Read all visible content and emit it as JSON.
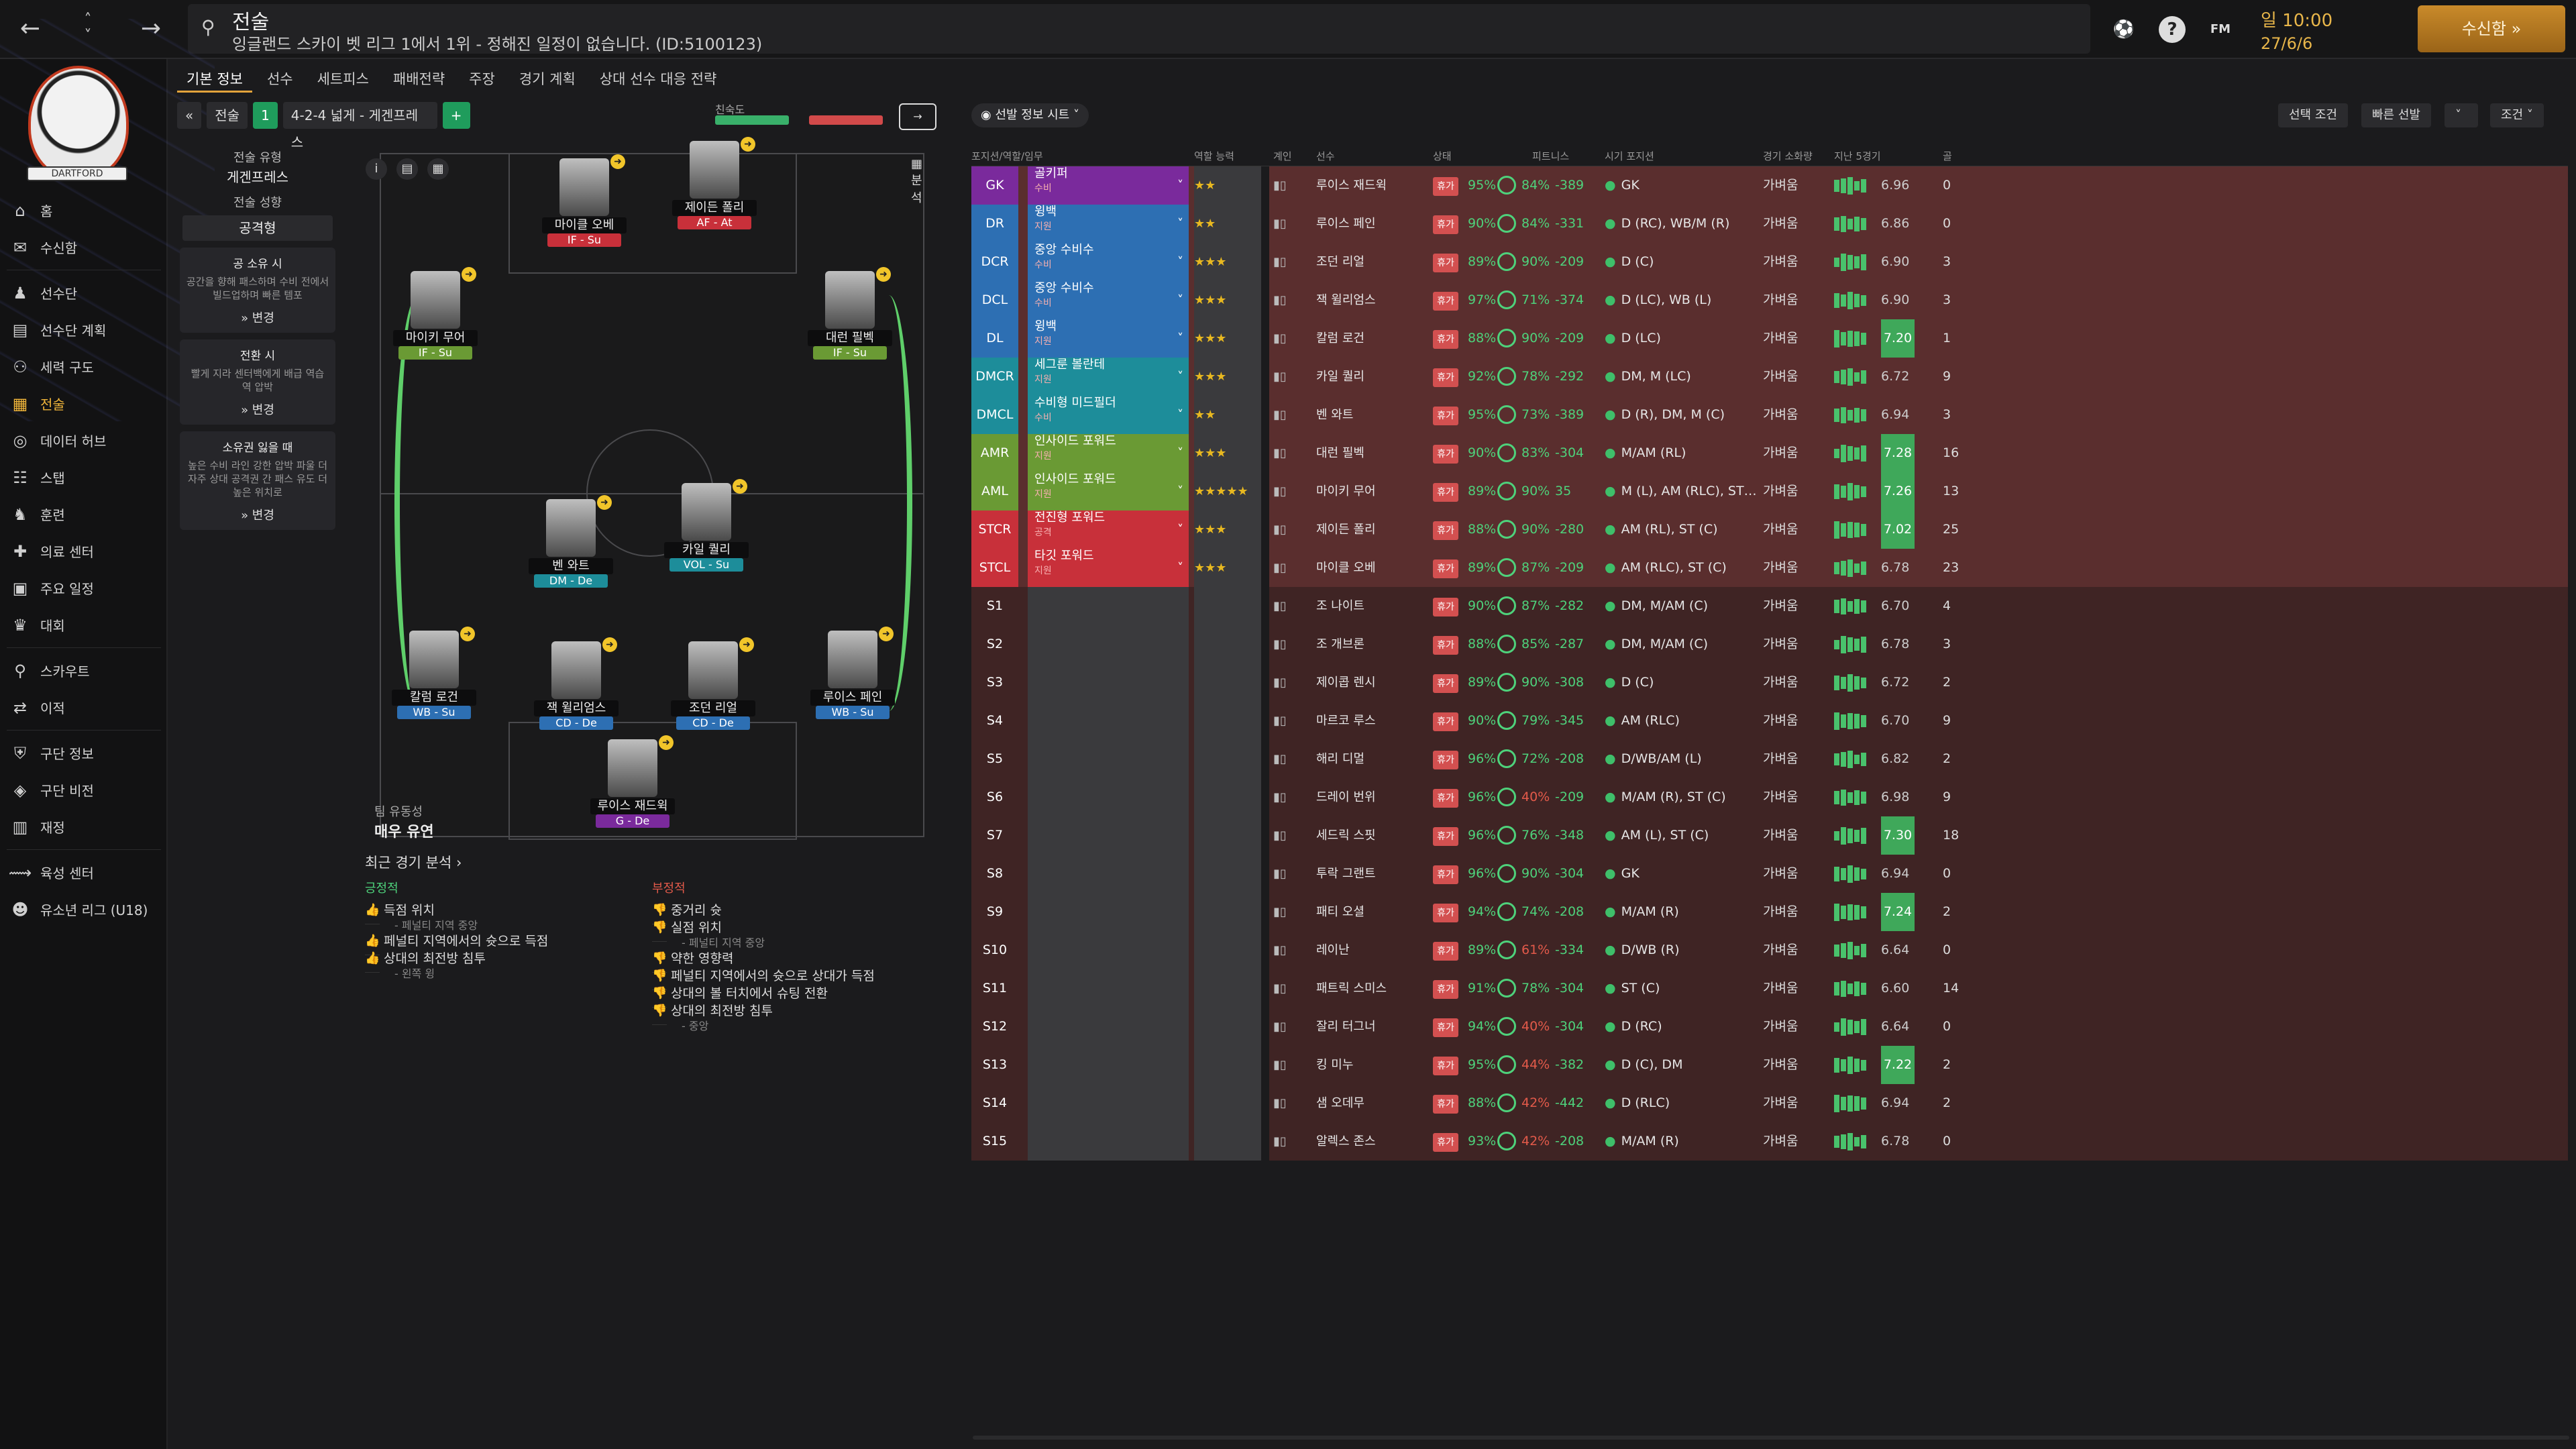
{
  "header": {
    "title": "전술",
    "subtitle": "잉글랜드 스카이 벳 리그 1에서 1위 - 정해진 일정이 없습니다. (ID:5100123)",
    "time": "일 10:00",
    "date": "27/6/6",
    "continue": "수신함"
  },
  "nav": [
    {
      "label": "홈",
      "icon": "home-icon"
    },
    {
      "label": "수신함",
      "icon": "inbox-icon"
    },
    {
      "label": "선수단",
      "icon": "squad-icon"
    },
    {
      "label": "선수단 계획",
      "icon": "plan-icon"
    },
    {
      "label": "세력 구도",
      "icon": "dynamics-icon"
    },
    {
      "label": "전술",
      "icon": "tactics-icon",
      "active": true
    },
    {
      "label": "데이터 허브",
      "icon": "data-icon"
    },
    {
      "label": "스탭",
      "icon": "staff-icon"
    },
    {
      "label": "훈련",
      "icon": "training-icon"
    },
    {
      "label": "의료 센터",
      "icon": "medical-icon"
    },
    {
      "label": "주요 일정",
      "icon": "calendar-icon"
    },
    {
      "label": "대회",
      "icon": "trophy-icon"
    },
    {
      "label": "스카우트",
      "icon": "scout-icon"
    },
    {
      "label": "이적",
      "icon": "transfer-icon"
    },
    {
      "label": "구단 정보",
      "icon": "club-icon"
    },
    {
      "label": "구단 비전",
      "icon": "vision-icon"
    },
    {
      "label": "재정",
      "icon": "finance-icon"
    },
    {
      "label": "육성 센터",
      "icon": "development-icon"
    },
    {
      "label": "유소년 리그 (U18)",
      "icon": "youth-icon"
    }
  ],
  "tabs": [
    "기본 정보",
    "선수",
    "세트피스",
    "패배전략",
    "주장",
    "경기 계획",
    "상대 선수 대응 전략"
  ],
  "formation": {
    "back": "«",
    "tactic_label": "전술",
    "number": "1",
    "name": "4-2-4 넓게 - 게겐프레스",
    "add": "+",
    "meter_label": "친숙도"
  },
  "left": {
    "style_label": "전술 유형",
    "style_value": "게겐프레스",
    "mentality_label": "전술 성향",
    "mentality_value": "공격형",
    "cards": [
      {
        "title": "공 소유 시",
        "desc": "공간을 향해 패스하며 수비 전에서 빌드업하며 빠른 템포",
        "change": "변경"
      },
      {
        "title": "전환 시",
        "desc": "빨게 지라 센터백에게 배급 역습 역 압박",
        "change": "변경"
      },
      {
        "title": "소유권 잃을 때",
        "desc": "높은 수비 라인 강한 압박 파울 더 자주 상대 공격권 간 패스 유도 더 높은 위치로",
        "change": "변경"
      }
    ]
  },
  "pitch_players": [
    {
      "name": "마이클 오베",
      "role": "IF - Su",
      "cls": "red"
    },
    {
      "name": "제이든 폴리",
      "role": "AF - At",
      "cls": "red"
    },
    {
      "name": "마이키 무어",
      "role": "IF - Su",
      "cls": "olive"
    },
    {
      "name": "대런 필벡",
      "role": "IF - Su",
      "cls": "olive"
    },
    {
      "name": "벤 와트",
      "role": "DM - De",
      "cls": "teal"
    },
    {
      "name": "카일 퀄리",
      "role": "VOL - Su",
      "cls": "teal"
    },
    {
      "name": "칼럼 로건",
      "role": "WB - Su",
      "cls": "blue"
    },
    {
      "name": "잭 윌리엄스",
      "role": "CD - De",
      "cls": "blue"
    },
    {
      "name": "조던 리얼",
      "role": "CD - De",
      "cls": "blue"
    },
    {
      "name": "루이스 페인",
      "role": "WB - Su",
      "cls": "blue"
    },
    {
      "name": "루이스 재드윅",
      "role": "G - De",
      "cls": "purple"
    }
  ],
  "team_flow": {
    "label": "팀 유동성",
    "value": "매우 유연"
  },
  "analysis": {
    "title": "최근 경기 분석",
    "pos_title": "긍정적",
    "neg_title": "부정적",
    "positive": [
      {
        "t": "득점 위치",
        "s": "- 페널티 지역 중앙"
      },
      {
        "t": "페널티 지역에서의 슛으로 득점",
        "s": ""
      },
      {
        "t": "상대의 최전방 침투",
        "s": "- 왼쪽 윙"
      }
    ],
    "negative": [
      {
        "t": "중거리 슛",
        "s": ""
      },
      {
        "t": "실점 위치",
        "s": "- 페널티 지역 중앙"
      },
      {
        "t": "약한 영향력",
        "s": ""
      },
      {
        "t": "페널티 지역에서의 슛으로 상대가 득점",
        "s": ""
      },
      {
        "t": "상대의 볼 터치에서 슈팅 전환",
        "s": ""
      },
      {
        "t": "상대의 최전방 침투",
        "s": "- 중앙"
      }
    ]
  },
  "table_controls": {
    "view": "선발 정보 시트",
    "b1": "선택 조건",
    "b2": "빠른 선발",
    "b3": "조건"
  },
  "columns": [
    "포지션/역할/임무",
    "역할 능력",
    "계인",
    "선수",
    "상태",
    "피트니스",
    "시기 포지션",
    "경기 소화량",
    "지난 5경기",
    "골"
  ],
  "rows": [
    {
      "pos": "GK",
      "role": "골키퍼",
      "duty": "수비",
      "stars": "★★",
      "player": "루이스 재드윅",
      "c1": "95%",
      "c2": "84%",
      "m": "-389",
      "ppos": "GK",
      "cont": "가벼움",
      "rat": "6.96",
      "apps": "0",
      "color": "#7a2a9c"
    },
    {
      "pos": "DR",
      "role": "윙백",
      "duty": "지원",
      "stars": "★★",
      "player": "루이스 페인",
      "c1": "90%",
      "c2": "84%",
      "m": "-331",
      "ppos": "D (RC), WB/M (R)",
      "cont": "가벼움",
      "rat": "6.86",
      "apps": "0",
      "color": "#2d6fb3"
    },
    {
      "pos": "DCR",
      "role": "중앙 수비수",
      "duty": "수비",
      "stars": "★★★",
      "player": "조던 리얼",
      "c1": "89%",
      "c2": "90%",
      "m": "-209",
      "ppos": "D (C)",
      "cont": "가벼움",
      "rat": "6.90",
      "apps": "3",
      "color": "#2d6fb3"
    },
    {
      "pos": "DCL",
      "role": "중앙 수비수",
      "duty": "수비",
      "stars": "★★★",
      "player": "잭 윌리엄스",
      "c1": "97%",
      "c2": "71%",
      "m": "-374",
      "ppos": "D (LC), WB (L)",
      "cont": "가벼움",
      "rat": "6.90",
      "apps": "3",
      "color": "#2d6fb3"
    },
    {
      "pos": "DL",
      "role": "윙백",
      "duty": "지원",
      "stars": "★★★",
      "player": "칼럼 로건",
      "c1": "88%",
      "c2": "90%",
      "m": "-209",
      "ppos": "D (LC)",
      "cont": "가벼움",
      "rat": "7.20",
      "apps": "1",
      "color": "#2d6fb3"
    },
    {
      "pos": "DMCR",
      "role": "세그룬 볼란테",
      "duty": "지원",
      "stars": "★★★",
      "player": "카일 퀄리",
      "c1": "92%",
      "c2": "78%",
      "m": "-292",
      "ppos": "DM, M (LC)",
      "cont": "가벼움",
      "rat": "6.72",
      "apps": "9",
      "color": "#1d8d9a"
    },
    {
      "pos": "DMCL",
      "role": "수비형 미드필더",
      "duty": "수비",
      "stars": "★★",
      "player": "벤 와트",
      "c1": "95%",
      "c2": "73%",
      "m": "-389",
      "ppos": "D (R), DM, M (C)",
      "cont": "가벼움",
      "rat": "6.94",
      "apps": "3",
      "color": "#1d8d9a"
    },
    {
      "pos": "AMR",
      "role": "인사이드 포워드",
      "duty": "지원",
      "stars": "★★★",
      "player": "대런 필벡",
      "c1": "90%",
      "c2": "83%",
      "m": "-304",
      "ppos": "M/AM (RL)",
      "cont": "가벼움",
      "rat": "7.28",
      "apps": "16",
      "color": "#6a9a34"
    },
    {
      "pos": "AML",
      "role": "인사이드 포워드",
      "duty": "지원",
      "stars": "★★★★★",
      "player": "마이키 무어",
      "c1": "89%",
      "c2": "90%",
      "m": "35",
      "ppos": "M (L), AM (RLC), ST…",
      "cont": "가벼움",
      "rat": "7.26",
      "apps": "13",
      "color": "#6a9a34"
    },
    {
      "pos": "STCR",
      "role": "전진형 포워드",
      "duty": "공격",
      "stars": "★★★",
      "player": "제이든 폴리",
      "c1": "88%",
      "c2": "90%",
      "m": "-280",
      "ppos": "AM (RL), ST (C)",
      "cont": "가벼움",
      "rat": "7.02",
      "apps": "25",
      "color": "#c8303a"
    },
    {
      "pos": "STCL",
      "role": "타깃 포워드",
      "duty": "지원",
      "stars": "★★★",
      "player": "마이클 오베",
      "c1": "89%",
      "c2": "87%",
      "m": "-209",
      "ppos": "AM (RLC), ST (C)",
      "cont": "가벼움",
      "rat": "6.78",
      "apps": "23",
      "color": "#c8303a"
    },
    {
      "pos": "S1",
      "player": "조 나이트",
      "c1": "90%",
      "c2": "87%",
      "m": "-282",
      "ppos": "DM, M/AM (C)",
      "cont": "가벼움",
      "rat": "6.70",
      "apps": "4"
    },
    {
      "pos": "S2",
      "player": "조 개브론",
      "c1": "88%",
      "c2": "85%",
      "m": "-287",
      "ppos": "DM, M/AM (C)",
      "cont": "가벼움",
      "rat": "6.78",
      "apps": "3"
    },
    {
      "pos": "S3",
      "player": "제이콥 렌시",
      "c1": "89%",
      "c2": "90%",
      "m": "-308",
      "ppos": "D (C)",
      "cont": "가벼움",
      "rat": "6.72",
      "apps": "2"
    },
    {
      "pos": "S4",
      "player": "마르코 루스",
      "c1": "90%",
      "c2": "79%",
      "m": "-345",
      "ppos": "AM (RLC)",
      "cont": "가벼움",
      "rat": "6.70",
      "apps": "9"
    },
    {
      "pos": "S5",
      "player": "해리 디멀",
      "c1": "96%",
      "c2": "72%",
      "m": "-208",
      "ppos": "D/WB/AM (L)",
      "cont": "가벼움",
      "rat": "6.82",
      "apps": "2"
    },
    {
      "pos": "S6",
      "player": "드레이 번위",
      "c1": "96%",
      "c2": "40%",
      "m": "-209",
      "ppos": "M/AM (R), ST (C)",
      "cont": "가벼움",
      "rat": "6.98",
      "apps": "9"
    },
    {
      "pos": "S7",
      "player": "세드릭 스핏",
      "c1": "96%",
      "c2": "76%",
      "m": "-348",
      "ppos": "AM (L), ST (C)",
      "cont": "가벼움",
      "rat": "7.30",
      "apps": "18"
    },
    {
      "pos": "S8",
      "player": "투락 그랜트",
      "c1": "96%",
      "c2": "90%",
      "m": "-304",
      "ppos": "GK",
      "cont": "가벼움",
      "rat": "6.94",
      "apps": "0"
    },
    {
      "pos": "S9",
      "player": "패티 오셜",
      "c1": "94%",
      "c2": "74%",
      "m": "-208",
      "ppos": "M/AM (R)",
      "cont": "가벼움",
      "rat": "7.24",
      "apps": "2"
    },
    {
      "pos": "S10",
      "player": "레이난",
      "c1": "89%",
      "c2": "61%",
      "m": "-334",
      "ppos": "D/WB (R)",
      "cont": "가벼움",
      "rat": "6.64",
      "apps": "0"
    },
    {
      "pos": "S11",
      "player": "패트릭 스미스",
      "c1": "91%",
      "c2": "78%",
      "m": "-304",
      "ppos": "ST (C)",
      "cont": "가벼움",
      "rat": "6.60",
      "apps": "14"
    },
    {
      "pos": "S12",
      "player": "잘리 터그너",
      "c1": "94%",
      "c2": "40%",
      "m": "-304",
      "ppos": "D (RC)",
      "cont": "가벼움",
      "rat": "6.64",
      "apps": "0"
    },
    {
      "pos": "S13",
      "player": "킹 미누",
      "c1": "95%",
      "c2": "44%",
      "m": "-382",
      "ppos": "D (C), DM",
      "cont": "가벼움",
      "rat": "7.22",
      "apps": "2"
    },
    {
      "pos": "S14",
      "player": "샘 오데무",
      "c1": "88%",
      "c2": "42%",
      "m": "-442",
      "ppos": "D (RLC)",
      "cont": "가벼움",
      "rat": "6.94",
      "apps": "2"
    },
    {
      "pos": "S15",
      "player": "알렉스 존스",
      "c1": "93%",
      "c2": "42%",
      "m": "-208",
      "ppos": "M/AM (R)",
      "cont": "가벼움",
      "rat": "6.78",
      "apps": "0"
    }
  ]
}
